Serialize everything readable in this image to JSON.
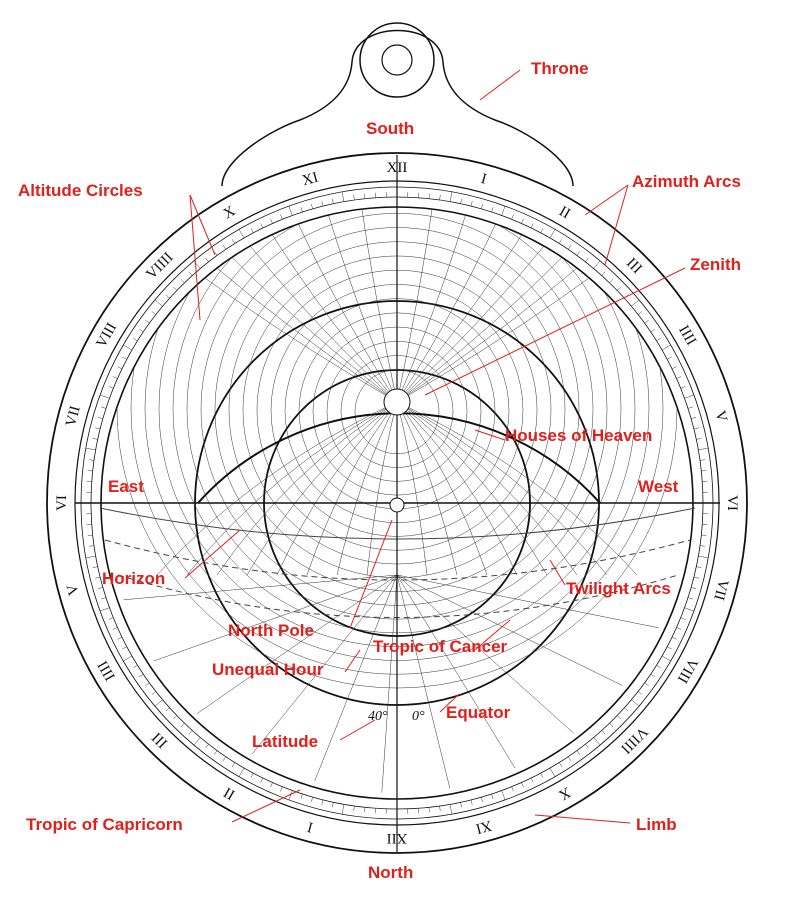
{
  "diagram": {
    "labels": {
      "throne": "Throne",
      "south": "South",
      "altitude_circles": "Altitude Circles",
      "azimuth_arcs": "Azimuth Arcs",
      "zenith": "Zenith",
      "houses_of_heaven": "Houses of Heaven",
      "east": "East",
      "west": "West",
      "horizon": "Horizon",
      "twilight_arcs": "Twilight Arcs",
      "north_pole": "North Pole",
      "tropic_of_cancer": "Tropic of Cancer",
      "unequal_hour": "Unequal Hour",
      "equator": "Equator",
      "latitude": "Latitude",
      "tropic_of_capricorn": "Tropic of Capricorn",
      "limb": "Limb",
      "north": "North"
    },
    "latitude_value": "40°",
    "zero_value": "0°",
    "hour_numerals": [
      "XII",
      "I",
      "II",
      "III",
      "IIII",
      "V",
      "VI",
      "VII",
      "VIII",
      "VIIII",
      "X",
      "XI",
      "XII",
      "I",
      "II",
      "III",
      "IIII",
      "V",
      "VI",
      "VII",
      "VIII",
      "VIIII",
      "X",
      "XI"
    ]
  }
}
